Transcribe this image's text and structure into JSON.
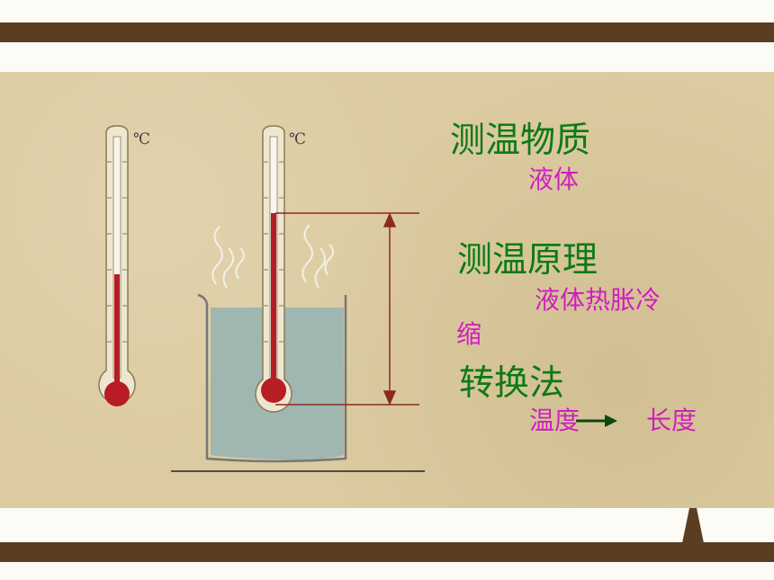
{
  "figure": {
    "unit_left": "℃",
    "unit_right": "℃"
  },
  "notes": {
    "heading_1": "测温物质",
    "sub_1": "液体",
    "heading_2": "测温原理",
    "sub_2_line1": "液体热胀冷",
    "sub_2_line2": "缩",
    "heading_3": "转换法",
    "sub_3_from": "温度",
    "sub_3_to": "长度"
  },
  "colors": {
    "heading": "#0d7a16",
    "sub": "#d01ec0",
    "frame_bar": "#5b3d22",
    "panel": "#dccba0",
    "mercury": "#b81c24",
    "water": "#9fb7b0"
  },
  "icons": {
    "arrow": "right-arrow-icon"
  }
}
